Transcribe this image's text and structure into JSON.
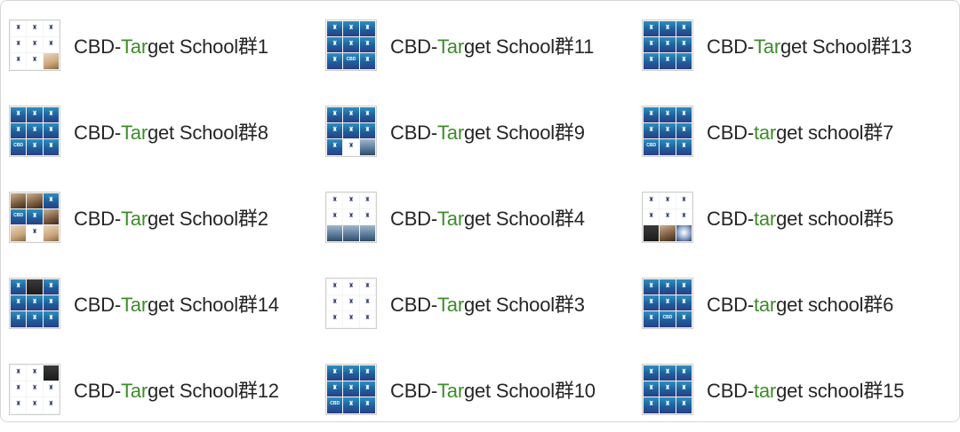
{
  "items": [
    {
      "prefix": "CBD-",
      "highlight": "Tar",
      "suffix": "get School群1",
      "avatar": [
        "logo-light",
        "logo-light",
        "logo-light",
        "logo-light",
        "logo-light",
        "logo-light",
        "logo-light",
        "logo-light",
        "photo-d"
      ]
    },
    {
      "prefix": "CBD-",
      "highlight": "Tar",
      "suffix": "get School群11",
      "avatar": [
        "logo-dark",
        "logo-dark",
        "logo-dark",
        "logo-dark",
        "logo-dark",
        "logo-dark",
        "logo-dark",
        "logo-cbd",
        "logo-dark"
      ]
    },
    {
      "prefix": "CBD-",
      "highlight": "Tar",
      "suffix": "get School群13",
      "avatar": [
        "logo-dark",
        "logo-dark",
        "logo-dark",
        "logo-dark",
        "logo-dark",
        "logo-dark",
        "logo-dark",
        "logo-dark",
        "logo-dark"
      ]
    },
    {
      "prefix": "CBD-",
      "highlight": "Tar",
      "suffix": "get School群8",
      "avatar": [
        "logo-dark",
        "logo-dark",
        "logo-dark",
        "logo-dark",
        "logo-dark",
        "logo-dark",
        "logo-cbd",
        "logo-dark",
        "logo-dark"
      ]
    },
    {
      "prefix": "CBD-",
      "highlight": "Tar",
      "suffix": "get School群9",
      "avatar": [
        "logo-dark",
        "logo-dark",
        "logo-dark",
        "logo-dark",
        "logo-dark",
        "logo-dark",
        "logo-dark",
        "logo-light",
        "photo-b"
      ]
    },
    {
      "prefix": "CBD-",
      "highlight": "tar",
      "suffix": "get school群7",
      "avatar": [
        "logo-dark",
        "logo-dark",
        "logo-dark",
        "logo-dark",
        "logo-dark",
        "logo-dark",
        "logo-cbd",
        "logo-dark",
        "logo-dark"
      ]
    },
    {
      "prefix": "CBD-",
      "highlight": "Tar",
      "suffix": "get School群2",
      "avatar": [
        "photo-a",
        "photo-a",
        "logo-dark",
        "logo-cbd",
        "logo-dark",
        "photo-a",
        "photo-d",
        "logo-light",
        "photo-d"
      ]
    },
    {
      "prefix": "CBD-",
      "highlight": "Tar",
      "suffix": "get School群4",
      "avatar": [
        "logo-light",
        "logo-light",
        "logo-light",
        "logo-light",
        "logo-light",
        "logo-light",
        "photo-b",
        "photo-b",
        "photo-b"
      ]
    },
    {
      "prefix": "CBD-",
      "highlight": "tar",
      "suffix": "get school群5",
      "avatar": [
        "logo-light",
        "logo-light",
        "logo-light",
        "logo-light",
        "logo-light",
        "logo-light",
        "photo-c",
        "photo-a",
        "photo-e"
      ]
    },
    {
      "prefix": "CBD-",
      "highlight": "Tar",
      "suffix": "get School群14",
      "avatar": [
        "logo-dark",
        "photo-c",
        "logo-dark",
        "logo-dark",
        "logo-dark",
        "logo-dark",
        "logo-dark",
        "logo-dark",
        "logo-dark"
      ]
    },
    {
      "prefix": "CBD-",
      "highlight": "Tar",
      "suffix": "get School群3",
      "avatar": [
        "logo-light",
        "logo-light",
        "logo-light",
        "logo-light",
        "logo-light",
        "logo-light",
        "logo-light",
        "logo-light",
        "logo-light"
      ]
    },
    {
      "prefix": "CBD-",
      "highlight": "tar",
      "suffix": "get school群6",
      "avatar": [
        "logo-dark",
        "logo-dark",
        "logo-dark",
        "logo-dark",
        "logo-dark",
        "logo-dark",
        "logo-dark",
        "logo-cbd",
        "logo-dark"
      ]
    },
    {
      "prefix": "CBD-",
      "highlight": "Tar",
      "suffix": "get School群12",
      "avatar": [
        "logo-light",
        "logo-light",
        "photo-c",
        "logo-light",
        "logo-light",
        "logo-light",
        "logo-light",
        "logo-light",
        "logo-light"
      ]
    },
    {
      "prefix": "CBD-",
      "highlight": "Tar",
      "suffix": "get School群10",
      "avatar": [
        "logo-dark",
        "logo-dark",
        "logo-dark",
        "logo-dark",
        "logo-dark",
        "logo-dark",
        "logo-cbd",
        "logo-dark",
        "logo-dark"
      ]
    },
    {
      "prefix": "CBD-",
      "highlight": "tar",
      "suffix": "get school群15",
      "avatar": [
        "logo-dark",
        "logo-dark",
        "logo-dark",
        "logo-dark",
        "logo-dark",
        "logo-dark",
        "logo-dark",
        "logo-dark",
        "logo-dark"
      ]
    }
  ],
  "tile_glyphs": {
    "logo-light": "♜",
    "logo-dark": "♜",
    "logo-cbd": "CBD"
  },
  "colors": {
    "highlight": "#3d8c2a",
    "text": "#262626",
    "border": "#d6d6d6"
  }
}
